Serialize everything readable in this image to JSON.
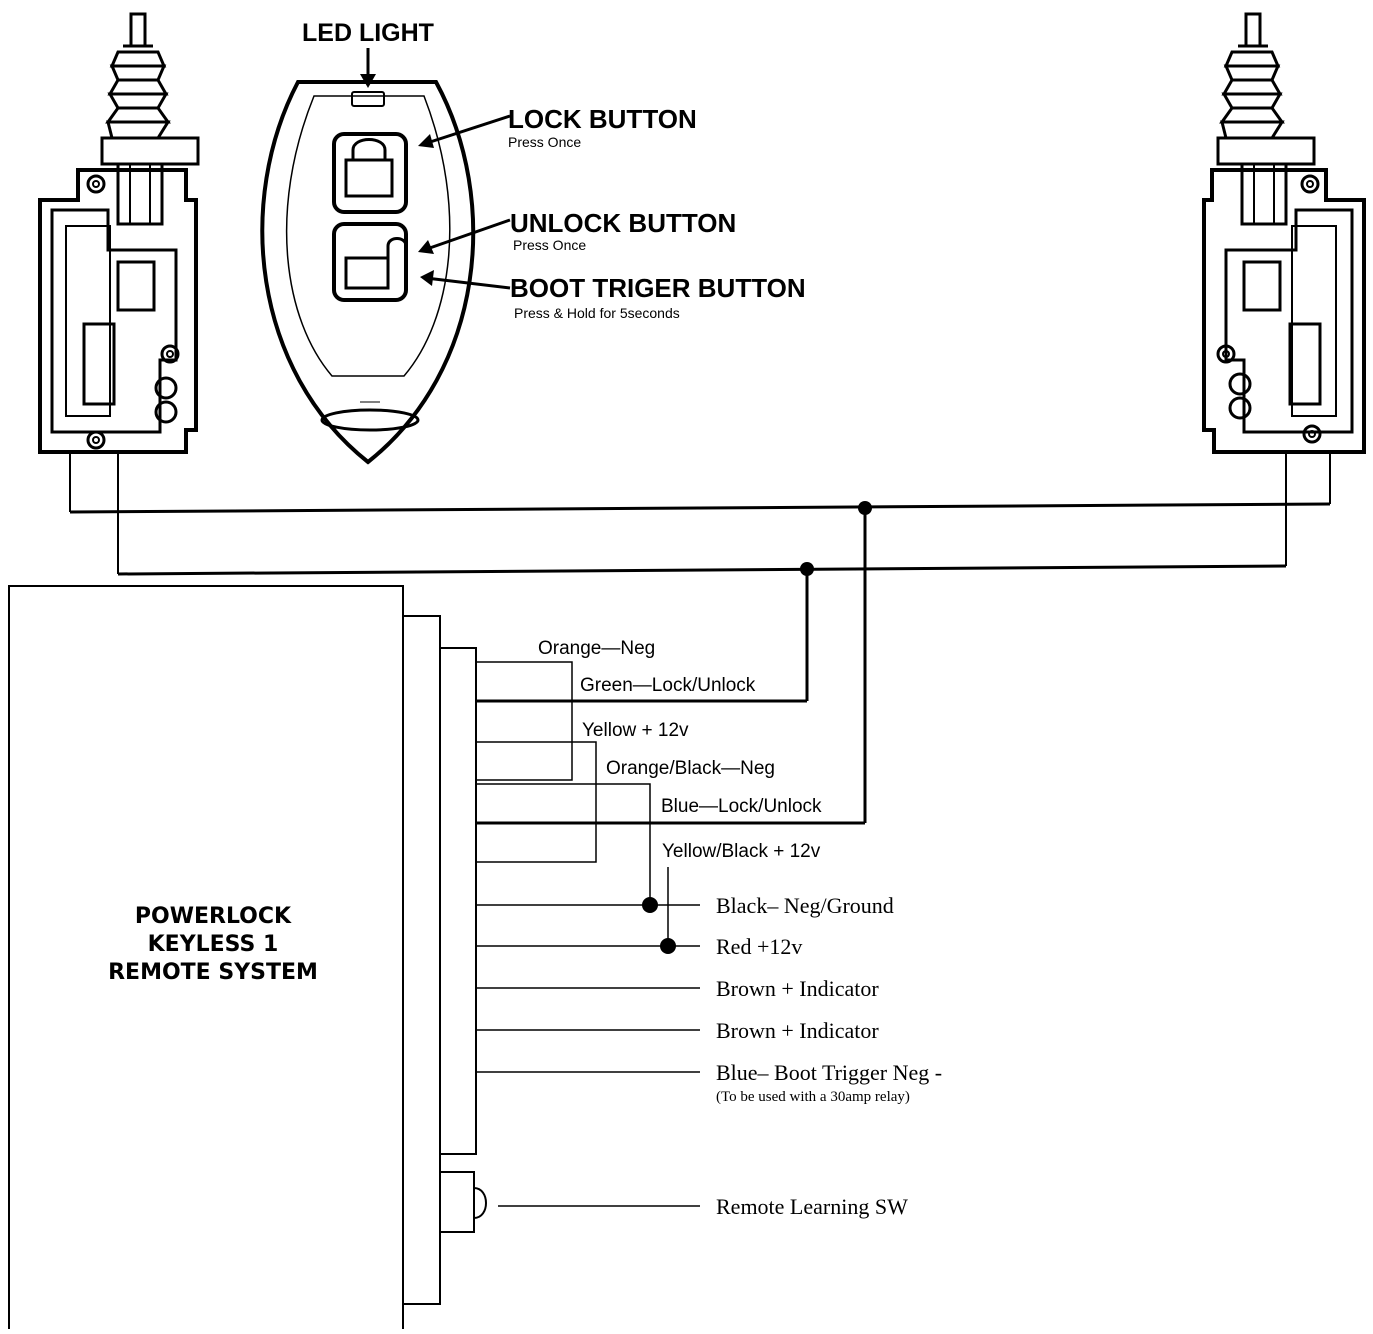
{
  "remote": {
    "led_label": "LED LIGHT",
    "lock_label": "LOCK BUTTON",
    "lock_hint": "Press Once",
    "unlock_label": "UNLOCK BUTTON",
    "unlock_hint": "Press Once",
    "boot_label": "BOOT TRIGER BUTTON",
    "boot_hint": "Press & Hold for 5seconds"
  },
  "control_unit": {
    "title_line1": "POWERLOCK",
    "title_line2": "KEYLESS 1",
    "title_line3": "REMOTE SYSTEM"
  },
  "wires": {
    "orange": "Orange—Neg",
    "green": "Green—Lock/Unlock",
    "yellow": "Yellow + 12v",
    "orange_black": "Orange/Black—Neg",
    "blue": "Blue—Lock/Unlock",
    "yellow_black": "Yellow/Black + 12v",
    "black": "Black– Neg/Ground",
    "red": "Red +12v",
    "brown1": "Brown + Indicator",
    "brown2": "Brown + Indicator",
    "blue_boot": "Blue– Boot Trigger Neg -",
    "blue_boot_note": "(To be used with a 30amp relay)",
    "learning_sw": "Remote Learning  SW"
  }
}
